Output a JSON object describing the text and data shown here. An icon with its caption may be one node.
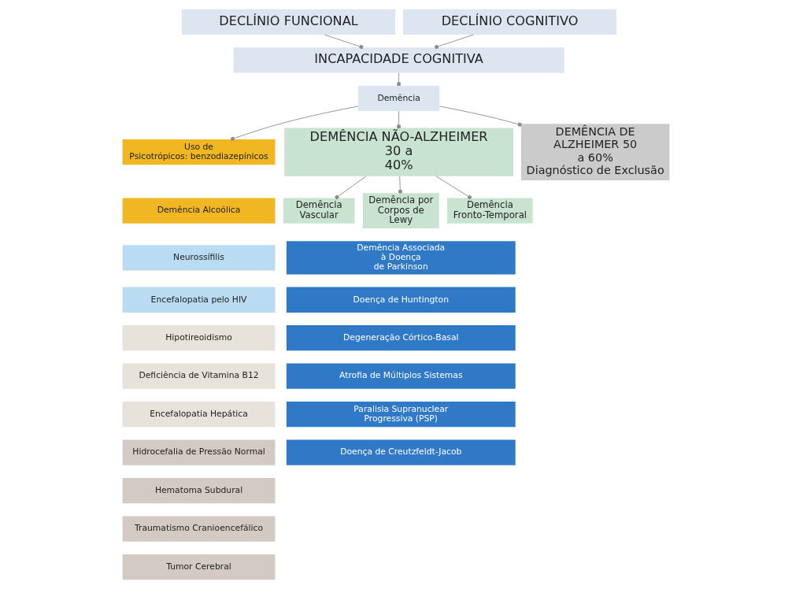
{
  "diagram": {
    "nodes": [
      {
        "text": [
          "DECLÍNIO FUNCIONAL"
        ]
      },
      {
        "text": [
          "DECLÍNIO COGNITIVO"
        ]
      },
      {
        "text": [
          "INCAPACIDADE COGNITIVA"
        ]
      },
      {
        "text": [
          "Demência"
        ]
      },
      {
        "text": [
          "Uso de Psicotrópicos: benzodiazepínicos"
        ]
      },
      {
        "text": [
          "DEMÊNCIA NÃO-ALZHEIMER 30 a 40%"
        ]
      },
      {
        "text": [
          "DEMÊNCIA DE ALZHEIMER 50 a 60%",
          "Diagnóstico de Exclusão"
        ]
      },
      {
        "text": [
          "Demência Alcoólica"
        ]
      },
      {
        "text": [
          "Neurossífilis"
        ]
      },
      {
        "text": [
          "Encefalopatia pelo HIV"
        ]
      },
      {
        "text": [
          "Hipotireoidismo"
        ]
      },
      {
        "text": [
          "Deficiência de Vitamina B12"
        ]
      },
      {
        "text": [
          "Encefalopatia Hepática"
        ]
      },
      {
        "text": [
          "Hidrocefalia de Pressão Normal"
        ]
      },
      {
        "text": [
          "Hematoma Subdural"
        ]
      },
      {
        "text": [
          "Traumatismo Cranioencefálico"
        ]
      },
      {
        "text": [
          "Tumor Cerebral"
        ]
      },
      {
        "text": [
          "Demência Vascular"
        ]
      },
      {
        "text": [
          "Demência por Corpos de Lewy"
        ]
      },
      {
        "text": [
          "Demência Fronto-Temporal"
        ]
      },
      {
        "text": [
          "Demência Associada à Doença de Parkinson"
        ]
      },
      {
        "text": [
          "Doença de Huntington"
        ]
      },
      {
        "text": [
          "Degeneração Córtico-Basal"
        ]
      },
      {
        "text": [
          "Atrofia de Múltiplos Sistemas"
        ]
      },
      {
        "text": [
          "Paralisia Supranuclear Progressiva (PSP)"
        ]
      },
      {
        "text": [
          "Doença de Creutzfeldt-Jacob"
        ]
      }
    ],
    "edges": [
      {
        "from": 0,
        "to": 2,
        "arrow": "other"
      },
      {
        "from": 1,
        "to": 2,
        "arrow": "other"
      },
      {
        "from": 2,
        "to": 3,
        "arrow": "other"
      },
      {
        "from": 3,
        "to": 4,
        "arrow": "other"
      },
      {
        "from": 3,
        "to": 5,
        "arrow": "other"
      },
      {
        "from": 3,
        "to": 6,
        "arrow": "other"
      },
      {
        "from": 5,
        "to": 17,
        "arrow": "other"
      },
      {
        "from": 5,
        "to": 18,
        "arrow": "other"
      },
      {
        "from": 5,
        "to": 19,
        "arrow": "other"
      }
    ]
  }
}
